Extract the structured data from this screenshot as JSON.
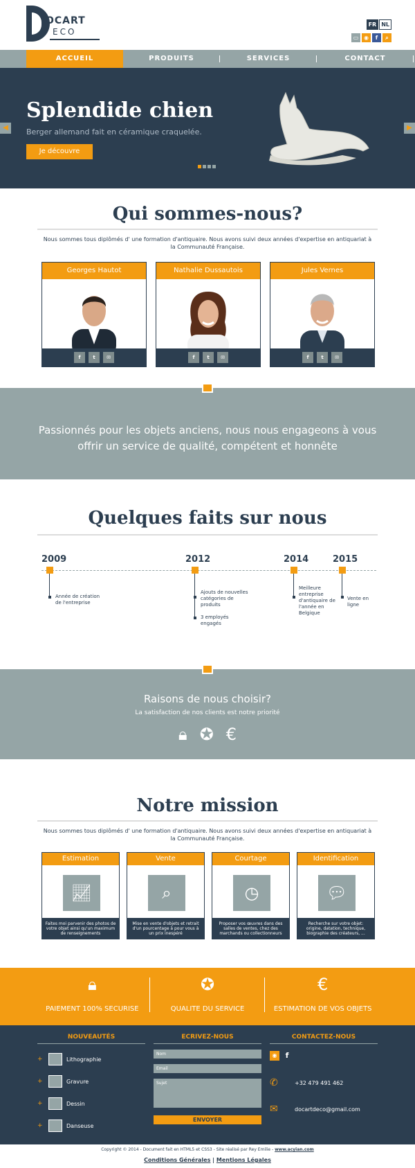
{
  "brand": {
    "letter": "D",
    "line1": "OCART",
    "line2": "ECO"
  },
  "lang": {
    "fr": "FR",
    "nl": "NL"
  },
  "nav": [
    "ACCUEIL",
    "PRODUITS",
    "SERVICES",
    "CONTACT"
  ],
  "hero": {
    "title": "Splendide chien",
    "subtitle": "Berger allemand fait en céramique craquelée.",
    "button": "Je découvre"
  },
  "about": {
    "title": "Qui sommes-nous?",
    "intro": "Nous sommes tous diplômés d' une formation d'antiquaire. Nous avons suivi deux années d'expertise en antiquariat à la Communauté Française.",
    "team": [
      "Georges Hautot",
      "Nathalie Dussautois",
      "Jules Vernes"
    ]
  },
  "quote": "Passionnés pour les objets anciens, nous nous engageons à vous offrir un service de qualité, compétent et honnête",
  "facts": {
    "title": "Quelques faits sur nous",
    "years": [
      "2009",
      "2012",
      "2014",
      "2015"
    ],
    "events": [
      "Année de création de l'entreprise",
      "Ajouts de nouvelles catégories de produits",
      "3 employés engagés",
      "Meilleure entreprise d'antiquaire de l'année en Belgique",
      "Vente en ligne"
    ]
  },
  "reasons": {
    "title": "Raisons de nous choisir?",
    "subtitle": "La satisfaction de nos clients est notre priorité"
  },
  "mission": {
    "title": "Notre mission",
    "intro": "Nous sommes tous diplômés d' une formation d'antiquaire. Nous avons suivi deux années d'expertise en antiquariat à la Communauté Française.",
    "cards": [
      {
        "name": "Estimation",
        "desc": "Faites moi parvenir des photos de votre objet ainsi qu'un maximum de renseignements"
      },
      {
        "name": "Vente",
        "desc": "Mise en vente d'objets et retrait d'un pourcentage à pour vous à un prix inespéré"
      },
      {
        "name": "Courtage",
        "desc": "Proposer vos œuvres dans des salles de ventes, chez des marchands ou collectionneurs"
      },
      {
        "name": "Identification",
        "desc": "Recherche sur votre objet: origine, datation, technique, biographie des créateurs, ..."
      }
    ]
  },
  "features": [
    "PAIEMENT 100% SECURISE",
    "QUALITE DU SERVICE",
    "ESTIMATION DE VOS OBJETS"
  ],
  "footer": {
    "news_title": "NOUVEAUTÉS",
    "news": [
      "Lithographie",
      "Gravure",
      "Dessin",
      "Danseuse"
    ],
    "write_title": "ECRIVEZ-NOUS",
    "name_ph": "Nom",
    "email_ph": "Email",
    "subject_ph": "Sujet",
    "send": "ENVOYER",
    "contact_title": "CONTACTEZ-NOUS",
    "phone": "+32 479 491 462",
    "email": "docartdeco@gmail.com"
  },
  "copyright": {
    "text": "Copyright © 2014 - Document fait en HTML5 et CSS3 - Site réalisé par Rey Emilie -",
    "link": "www.acyian.com"
  },
  "legal": {
    "cg": "Conditions Générales",
    "sep": "|",
    "ml": "Mentions Légales"
  },
  "colors": {
    "navy": "#2c3e50",
    "orange": "#f39c12",
    "grey": "#95a5a6"
  }
}
